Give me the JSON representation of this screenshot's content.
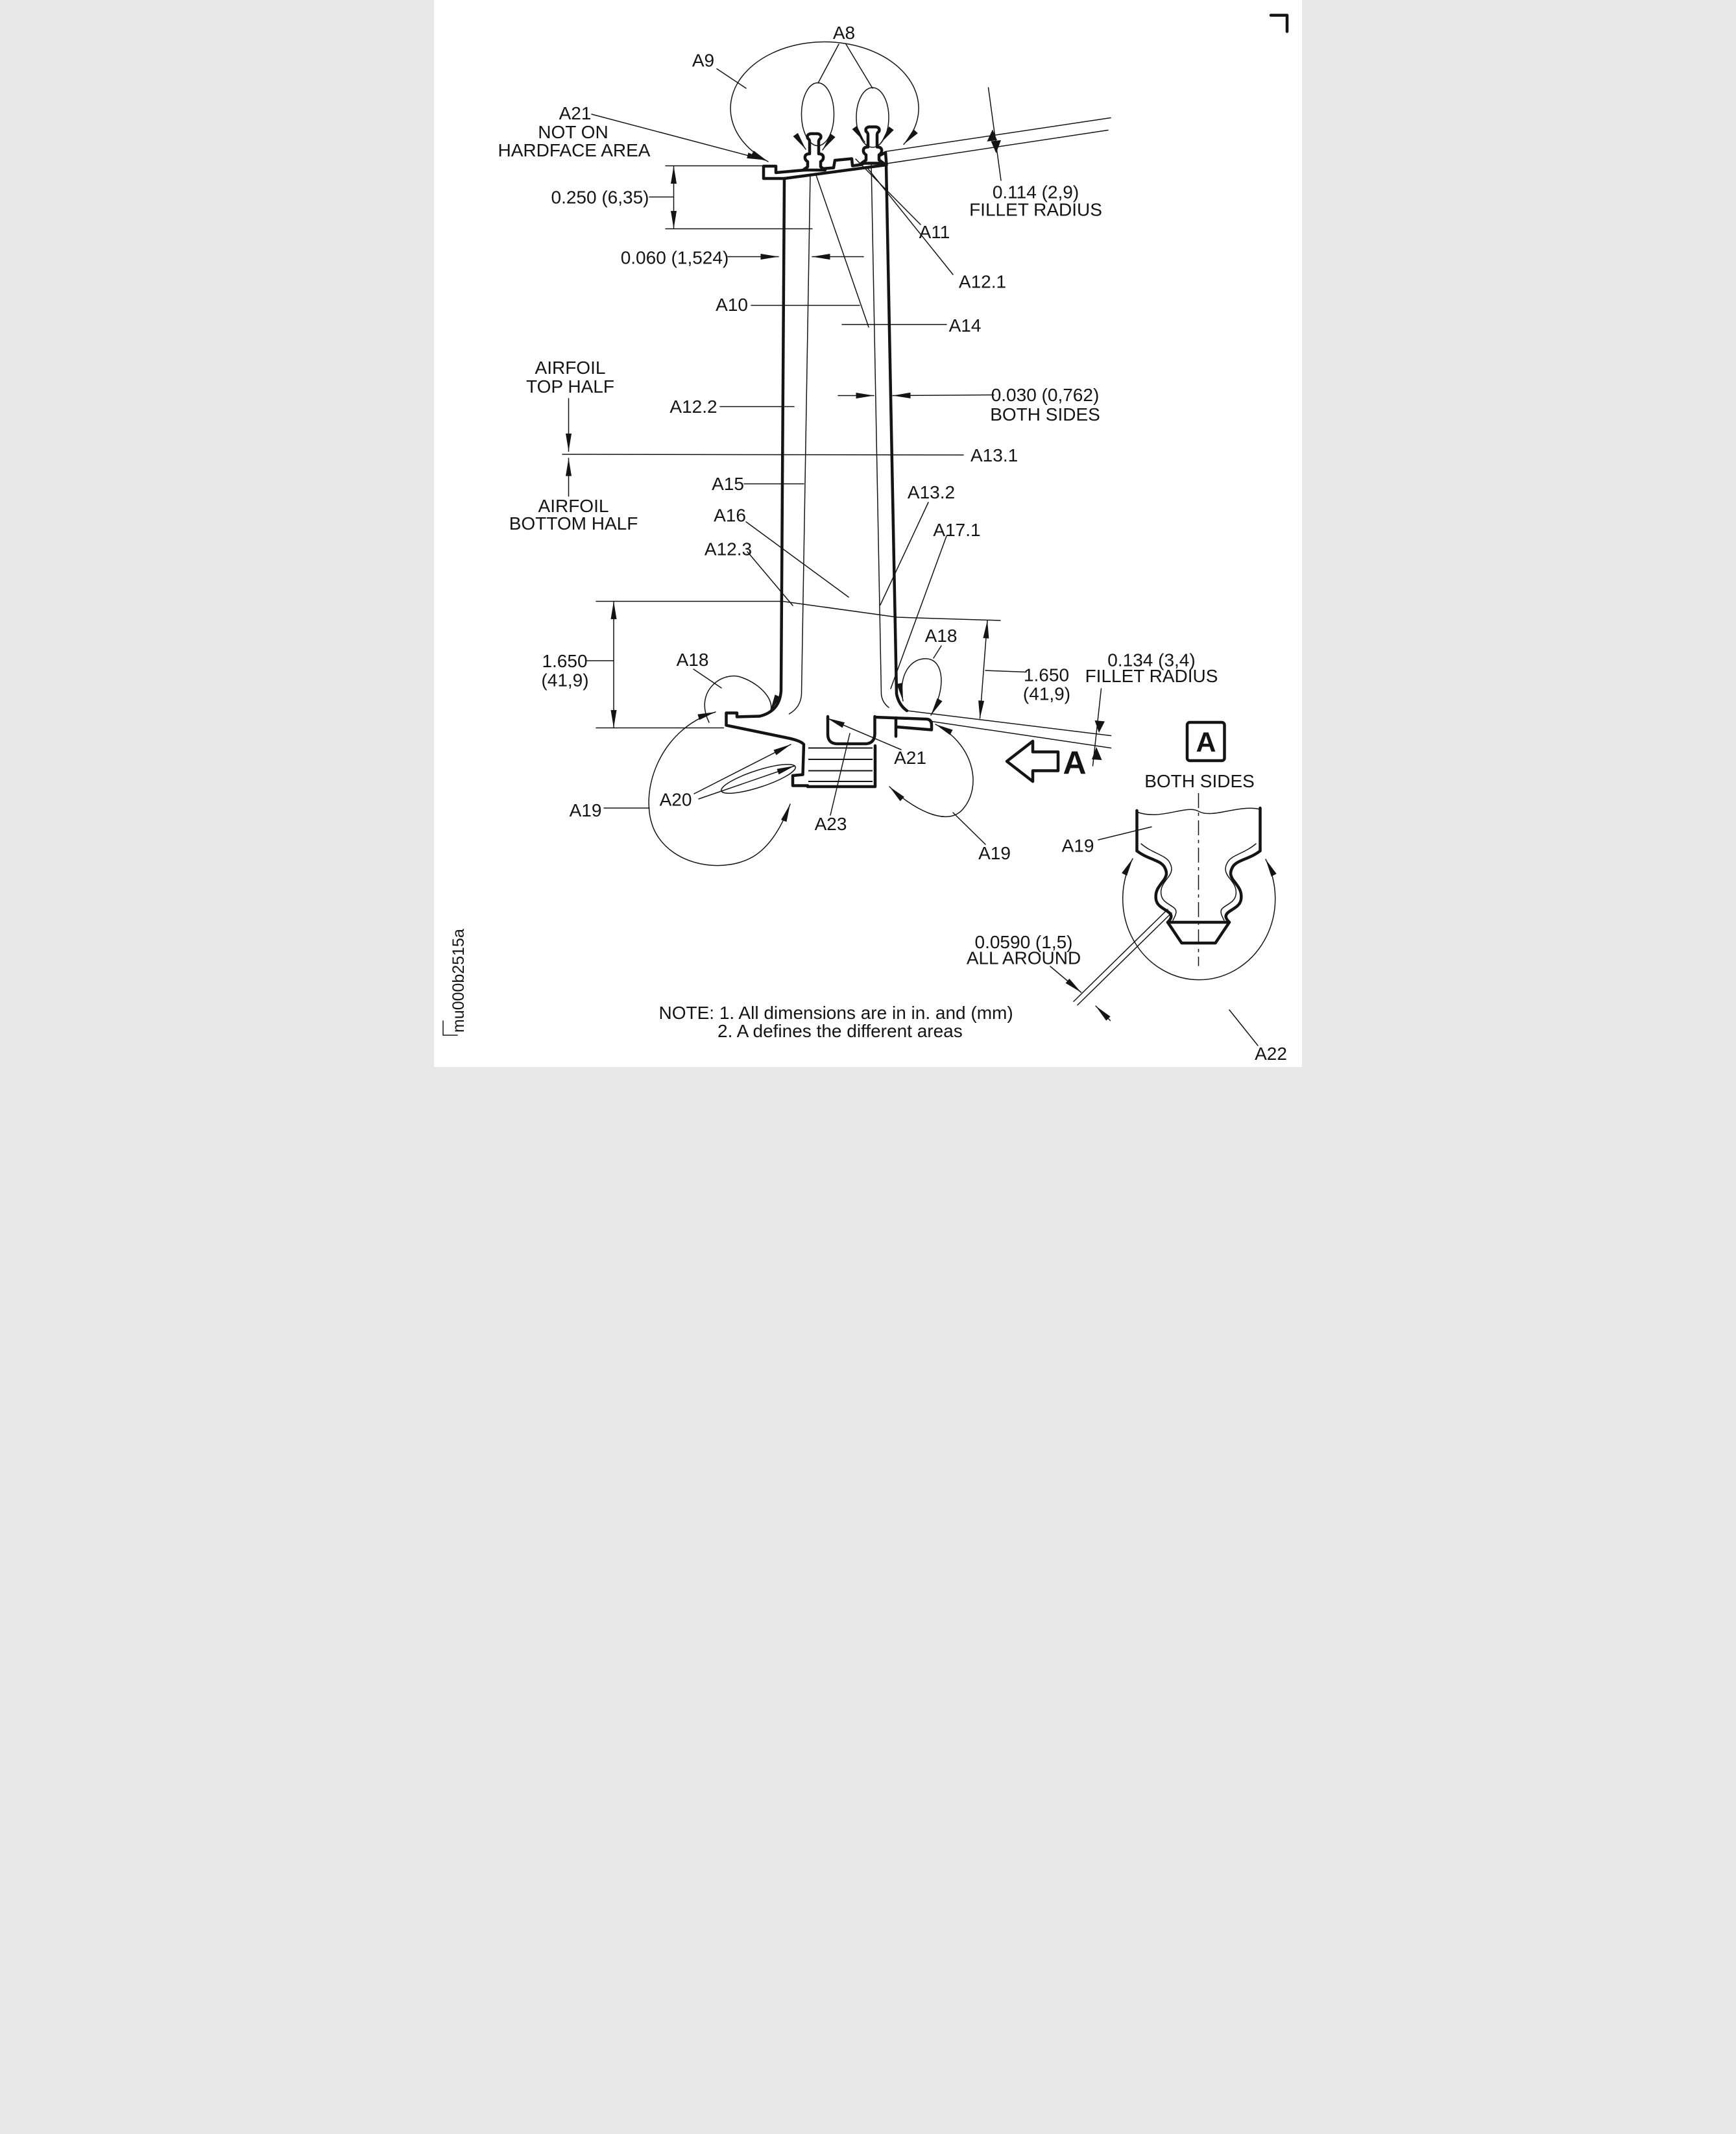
{
  "drawing": {
    "watermark": "mu000b2515a",
    "description": "Turbine blade area definition drawing"
  },
  "area_labels": {
    "a8": "A8",
    "a9": "A9",
    "a21_callout_line1": "A21",
    "a21_callout_line2": "NOT ON",
    "a21_callout_line3": "HARDFACE AREA",
    "a11": "A11",
    "a12_1": "A12.1",
    "a10": "A10",
    "a14": "A14",
    "a12_2": "A12.2",
    "a13_1": "A13.1",
    "a15": "A15",
    "a13_2": "A13.2",
    "a16": "A16",
    "a17_1": "A17.1",
    "a12_3": "A12.3",
    "a18_left": "A18",
    "a18_right": "A18",
    "a20": "A20",
    "a19_left": "A19",
    "a19_right": "A19",
    "a21_root": "A21",
    "a23": "A23",
    "a19_detail": "A19",
    "a22": "A22"
  },
  "dimensions": {
    "hardface_depth_top": "0.250 (6,35)",
    "wall_thickness_top": "0.060 (1,524)",
    "fillet_radius_top_value": "0.114 (2,9)",
    "fillet_radius_top_label": "FILLET RADIUS",
    "wall_thickness_mid_value": "0.030 (0,762)",
    "wall_thickness_mid_label": "BOTH SIDES",
    "hardface_left_value": "1.650",
    "hardface_left_mm": "(41,9)",
    "hardface_right_value": "1.650",
    "hardface_right_mm": "(41,9)",
    "fillet_radius_bottom_value": "0.134 (3,4)",
    "fillet_radius_bottom_label": "FILLET RADIUS",
    "coating_value": "0.0590 (1,5)",
    "coating_label": "ALL AROUND"
  },
  "zones": {
    "airfoil_top_line1": "AIRFOIL",
    "airfoil_top_line2": "TOP HALF",
    "airfoil_bottom_line1": "AIRFOIL",
    "airfoil_bottom_line2": "BOTTOM HALF"
  },
  "section": {
    "arrow_letter": "A",
    "detail_box_letter": "A",
    "detail_scope": "BOTH SIDES"
  },
  "notes": {
    "line1": "NOTE: 1. All dimensions are in in. and (mm)",
    "line2": "2. A defines the different areas"
  }
}
